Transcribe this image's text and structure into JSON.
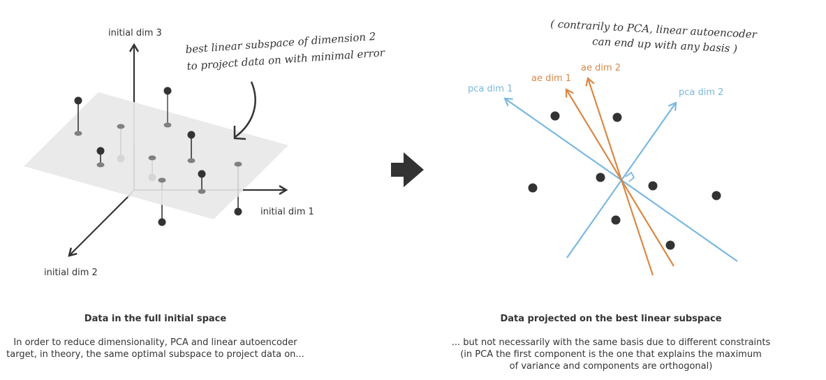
{
  "left_panel": {
    "axes": {
      "dim1_label": "initial dim 1",
      "dim2_label": "initial dim 2",
      "dim3_label": "initial dim 3"
    },
    "annotation": {
      "line1": "best linear subspace of dimension 2",
      "line2": "to project data on with minimal error"
    },
    "plane_color": "#e8e8ea",
    "point_color": "#333333",
    "projection_color": "#808080",
    "caption": {
      "title": "Data in the full initial space",
      "line1": "In order to reduce dimensionality, PCA and linear autoencoder",
      "line2": "target, in theory, the same optimal subspace to project data on..."
    }
  },
  "transition_arrow": {
    "icon": "right-arrow-icon",
    "color": "#333333"
  },
  "right_panel": {
    "annotation": {
      "line1": "( contrarily to PCA, linear autoencoder",
      "line2": "can end up with any basis )"
    },
    "basis_labels": {
      "pca_dim1": "pca dim 1",
      "pca_dim2": "pca dim 2",
      "ae_dim1": "ae dim 1",
      "ae_dim2": "ae dim 2"
    },
    "colors": {
      "pca": "#7ab8de",
      "ae": "#d88845",
      "points": "#333333"
    },
    "caption": {
      "title": "Data projected on the best linear subspace",
      "line1": "... but not necessarily with the same basis due to different constraints",
      "line2": "(in PCA the first component is the one that explains the maximum",
      "line3": "of variance and components are orthogonal)"
    }
  }
}
